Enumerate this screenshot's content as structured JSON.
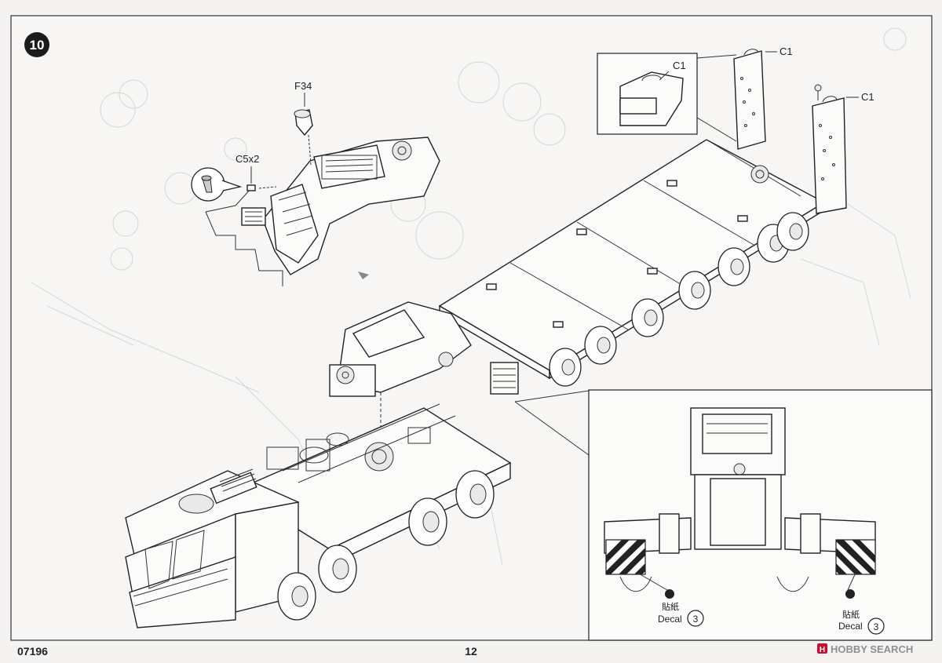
{
  "step": {
    "number": "10"
  },
  "parts": {
    "f34": "F34",
    "c5": "C5x2",
    "c1_detail": "C1",
    "c1_left": "C1",
    "c1_right": "C1"
  },
  "decals": [
    {
      "cn": "貼紙",
      "en": "Decal",
      "num": "3"
    },
    {
      "cn": "貼紙",
      "en": "Decal",
      "num": "3"
    }
  ],
  "footer": {
    "kit_number": "07196",
    "page_number": "12",
    "watermark": "HOBBY SEARCH"
  },
  "colors": {
    "ink": "#222222",
    "paper": "#f4f3f1",
    "watermark": "#c8102e"
  }
}
